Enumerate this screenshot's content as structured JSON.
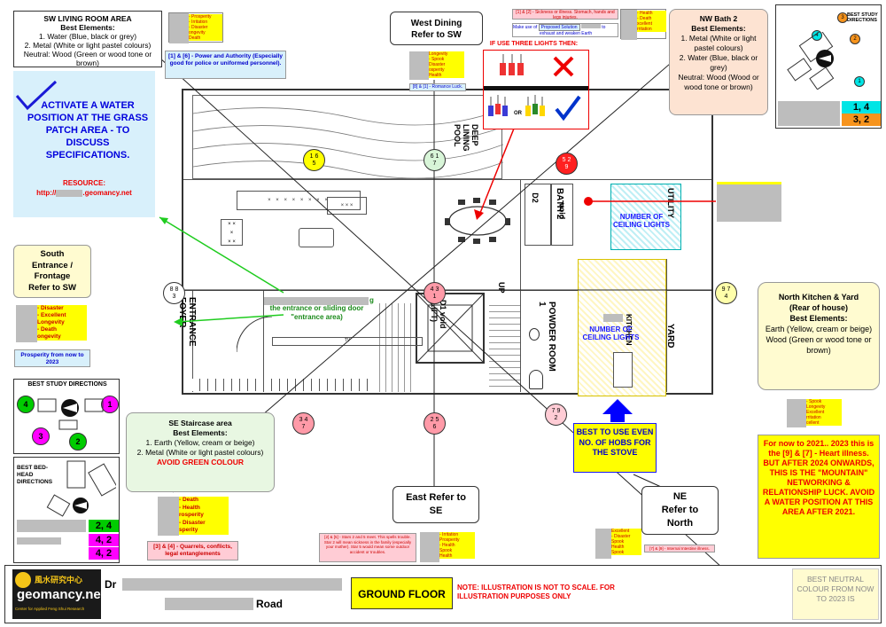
{
  "sw": {
    "title": "SW LIVING ROOM AREA",
    "sub": "Best Elements:",
    "l1": "1. Water (Blue, black or grey)",
    "l2": "2. Metal (White or light pastel colours)",
    "l3": "Neutral: Wood (Green or wood tone or brown)"
  },
  "sw_small": {
    "r1": "- Prosperity",
    "r2": "- Irritation",
    "r3": "- Disaster",
    "r4": "ongevity",
    "r5": "Death"
  },
  "wd": {
    "title": "West Dining",
    "sub": "Refer to SW",
    "s1": "Longevity",
    "s2": "- Spook",
    "s3": "Disaster",
    "s4": "osperity",
    "s5": "Health"
  },
  "note16": {
    "text": "[1] & [6] - Power and Authority (Especially good for police or uniformed personnel)."
  },
  "note81": {
    "text": "[8] & [1] - Romance Luck."
  },
  "note12": {
    "t1": "[1] & [2] - Sickness or illness. Stomach, hands and legs injuries.",
    "t2": "Make use of",
    "t3": "Proposed Solution",
    "t4": "to",
    "t5": "exhaust and weaken Earth"
  },
  "top_small": {
    "s1": "- Health",
    "s2": "- Death",
    "s3": "xcellent",
    "s4": "rritation"
  },
  "three": {
    "title": "IF USE THREE LIGHTS THEN:",
    "or": "OR"
  },
  "nw": {
    "title": "NW  Bath 2",
    "sub": "Best Elements:",
    "l1": "1. Metal (White or light pastel colours)",
    "l2": "2. Water (Blue, black or grey)",
    "l3": "Neutral: Wood (Wood or wood tone or brown)"
  },
  "study_top": {
    "title": "BEST STUDY DIRECTIONS",
    "n3": "3",
    "n4": "4",
    "n2": "2",
    "n1": "1",
    "v1": "1, 4",
    "v2": "3, 2"
  },
  "activate": {
    "text": "ACTIVATE A WATER POSITION AT THE GRASS PATCH AREA - TO DISCUSS SPECIFICATIONS.",
    "res": "RESOURCE:",
    "url_pre": "http://",
    "url_suf": ".geomancy.net"
  },
  "south": {
    "l1": "South",
    "l2": "Entrance /",
    "l3": "Frontage",
    "l4": "Refer to SW"
  },
  "south_small": {
    "s1": "- Disaster",
    "s2": "- Excellent",
    "s3": "Longevity",
    "s4": "- Death",
    "s5": "ongevity"
  },
  "prosp2023": {
    "text": "Prosperity from now to 2023"
  },
  "study": {
    "title": "BEST STUDY DIRECTIONS",
    "n4": "4",
    "n1": "1",
    "n3": "3",
    "n2": "2"
  },
  "bed": {
    "title": "BEST BED-HEAD DIRECTIONS",
    "v1": "2, 4",
    "v2": "4, 2",
    "v3": "4, 2"
  },
  "se": {
    "title": "SE Staircase area",
    "sub": "Best Elements:",
    "l1": "1. Earth (Yellow, cream or beige)",
    "l2": "2. Metal (White or light pastel colours)",
    "warn": "AVOID GREEN COLOUR"
  },
  "se_small": {
    "s1": "- Death",
    "s2": "- Health",
    "s3": "rosperity",
    "s4": "- Disaster",
    "s5": "sperity"
  },
  "note34": {
    "text": "[3] & [4] - Quarrels, conflicts, legal entanglements"
  },
  "east": {
    "l1": "East Refer to",
    "l2": "SE"
  },
  "note25": {
    "text": "[2] & [5] - Stars 2 and 5 meet. This spells trouble. Star 2 will mean sickness in the family (especially your mother). Star 5 would mean some outdoor accident or troubles."
  },
  "east_small": {
    "s1": "- Irritation",
    "s2": "Prosperity",
    "s3": "- Health",
    "s4": "Spook",
    "s5": "Health"
  },
  "ne": {
    "l1": "NE",
    "l2": "Refer to",
    "l3": "North"
  },
  "ne_small": {
    "s1": "Excellent",
    "s2": "- Disaster",
    "s3": "Spook",
    "s4": "Health",
    "s5": "Spook"
  },
  "note79": {
    "text": "[7] & [9] - Internal Intestine illness."
  },
  "north": {
    "title": "North Kitchen & Yard",
    "t2": "(Rear of house)",
    "sub": "Best Elements:",
    "l1": "Earth (Yellow, cream or beige)",
    "l2": "Wood (Green or wood tone or brown)"
  },
  "north_small": {
    "s1": "- Spook",
    "s2": "Longevity",
    "s3": "Excellent",
    "s4": "rritation",
    "s5": "cellent"
  },
  "red": {
    "text": "For now to 2021.. 2023 this is the [9] & [7] - Heart illness. BUT AFTER 2024 ONWARDS, THIS IS THE \"MOUNTAIN\" NETWORKING & RELATIONSHIP LUCK. AVOID A WATER POSITION AT THIS AREA AFTER 2021."
  },
  "hobs": {
    "text": "BEST TO USE EVEN NO. OF HOBS FOR THE STOVE"
  },
  "footer": {
    "dr": "Dr",
    "road": "Road",
    "ground": "GROUND FLOOR",
    "note": "NOTE: ILLUSTRATION IS NOT TO SCALE. FOR ILLUSTRATION PURPOSES ONLY",
    "neutral": "BEST NEUTRAL COLOUR FROM NOW TO 2023 IS",
    "logo": "geomancy.net",
    "logo_sub": "Center for Applied Feng Shui Research",
    "logo_cn": "風水研究中心"
  },
  "plan": {
    "entrance": "ENTRANCE FOYER",
    "powder": "POWDER ROOM 1",
    "kitchen": "KITCHEN",
    "yard": "YARD",
    "bath2": "BATH 2",
    "d2": "D2",
    "void": "void",
    "d1void": "D1 void (LIFT)",
    "utility": "UTILITY",
    "deep": "DEEP LINING POOL",
    "ceil1": "NUMBER OF CEILING LIGHTS",
    "ceil2": "NUMBER OF CEILING LIGHTS",
    "up": "UP",
    "door": "the entrance or sliding door \"entrance area)",
    "gtext": "g",
    "c165": [
      "1 6",
      "5"
    ],
    "c61": [
      "6 1",
      "7"
    ],
    "c529": [
      "5 2",
      "9"
    ],
    "c883": [
      "8 8",
      "3"
    ],
    "c434": [
      "4 3",
      "1"
    ],
    "c974": [
      "9 7",
      "4"
    ],
    "c347": [
      "3 4",
      "7"
    ],
    "c256": [
      "2 5",
      "6"
    ],
    "c792": [
      "7 9",
      "2"
    ]
  },
  "colors": {
    "yellow": "#ffff00",
    "pink": "#ffccd5",
    "green": "#00cc00",
    "magenta": "#ff00ff",
    "red": "#ff0000",
    "blue": "#0000ff",
    "lightblue": "#d8f0fb",
    "orange": "#f7941d",
    "cyan": "#00e5e5"
  }
}
